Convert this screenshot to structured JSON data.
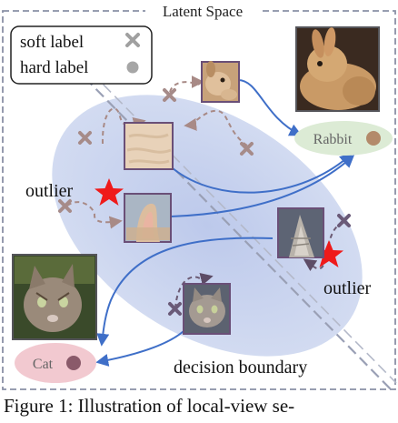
{
  "figure": {
    "title": "Latent Space",
    "legend": {
      "soft_label": "soft label",
      "hard_label": "hard label",
      "soft_marker_icon": "x-cross-icon",
      "hard_marker_icon": "circle-dot-icon"
    },
    "labels": {
      "rabbit": "Rabbit",
      "cat": "Cat",
      "outlier_left": "outlier",
      "outlier_right": "outlier",
      "decision_boundary": "decision boundary"
    },
    "images": [
      {
        "id": "rabbit-full",
        "subject": "rabbit"
      },
      {
        "id": "rabbit-face",
        "subject": "rabbit"
      },
      {
        "id": "rabbit-fur",
        "subject": "rabbit"
      },
      {
        "id": "rabbit-ear",
        "subject": "rabbit"
      },
      {
        "id": "cat-full",
        "subject": "cat"
      },
      {
        "id": "cat-ear",
        "subject": "cat"
      },
      {
        "id": "cat-face",
        "subject": "cat"
      }
    ],
    "colors": {
      "cluster_fill": "#c9d4ee",
      "arrow_solid": "#3f6fc8",
      "arrow_dashed": "#a88a86",
      "arrow_dashed_cat": "#6b5a73",
      "soft_marker_rabbit": "#a68b89",
      "soft_marker_cat": "#6a5a78",
      "outlier_star": "#ef1a1a",
      "rabbit_label_bg": "#dcebd5",
      "cat_label_bg": "#f2c9d0",
      "boundary": "#9aa0b5",
      "frame": "#8a90a6"
    }
  },
  "caption": "Figure 1: Illustration of local-view se-"
}
